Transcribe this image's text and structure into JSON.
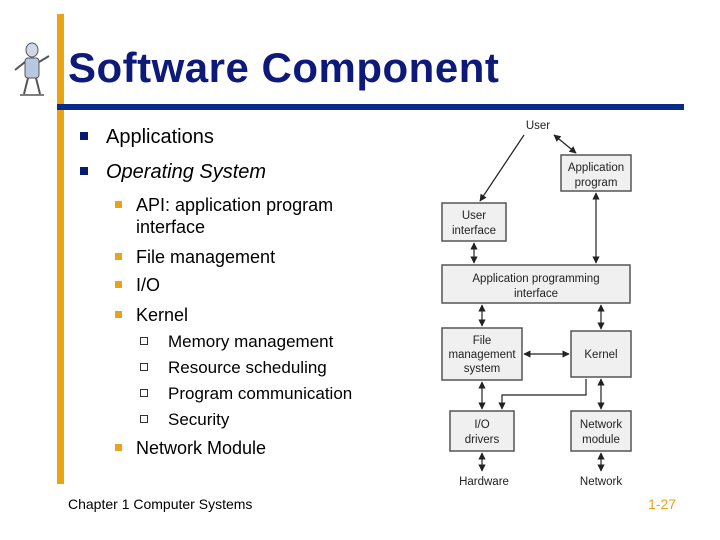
{
  "title": "Software Component",
  "bullets": [
    "Applications",
    "Operating System"
  ],
  "os_items": {
    "api_line1": "API: application program",
    "api_line2": "interface",
    "file": "File management",
    "io": "I/O",
    "kernel": "Kernel"
  },
  "kernel_items": [
    "Memory management",
    "Resource scheduling",
    "Program communication",
    "Security"
  ],
  "network_module": "Network Module",
  "footer": {
    "left": "Chapter 1 Computer Systems",
    "right": "1-27"
  },
  "diagram": {
    "user": "User",
    "app_program": [
      "Application",
      "program"
    ],
    "user_interface": [
      "User",
      "interface"
    ],
    "api": [
      "Application programming",
      "interface"
    ],
    "file_mgmt": [
      "File",
      "management",
      "system"
    ],
    "kernel": "Kernel",
    "io_drivers": [
      "I/O",
      "drivers"
    ],
    "network_module": [
      "Network",
      "module"
    ],
    "hardware": "Hardware",
    "network": "Network"
  },
  "colors": {
    "accent": "#e8a317",
    "title": "#0d1a7a",
    "rule": "#0a2a8a",
    "box_fill": "#f0f0f0"
  }
}
